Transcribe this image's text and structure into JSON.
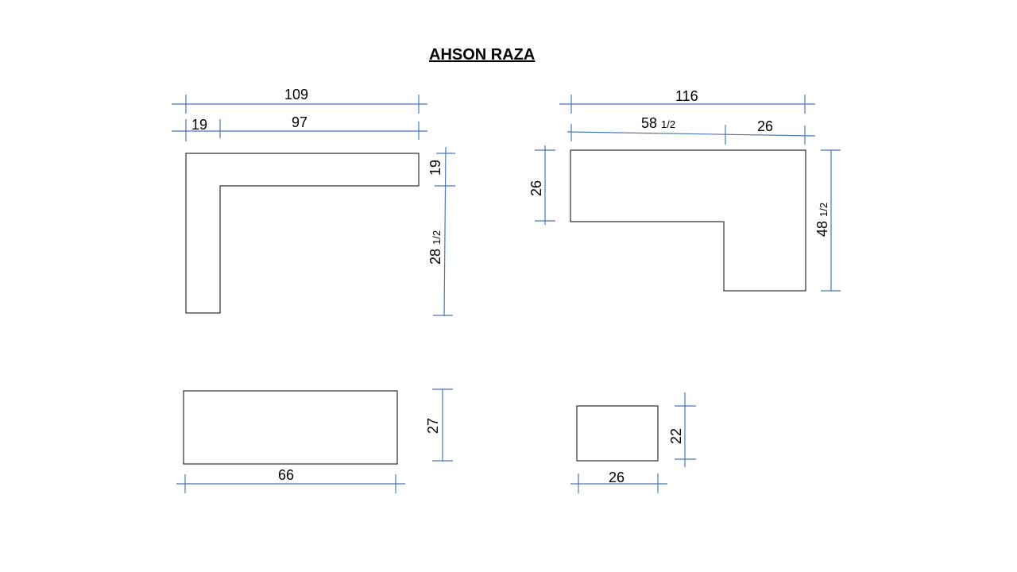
{
  "drawing": {
    "title": "AHSON RAZA",
    "colors": {
      "dimension_line": "#4a78b4",
      "outline": "#000000"
    },
    "pieces": [
      {
        "id": "piece-1",
        "dimensions": {
          "overall_width": "109",
          "left_leg_width": "19",
          "top_run_width": "97",
          "top_thickness": "19",
          "leg_height_whole": "28",
          "leg_height_fraction": "1/2"
        }
      },
      {
        "id": "piece-2",
        "dimensions": {
          "overall_width": "116",
          "left_run_whole": "58",
          "left_run_fraction": "1/2",
          "right_leg_width": "26",
          "left_height": "26",
          "overall_height_whole": "48",
          "overall_height_fraction": "1/2"
        }
      },
      {
        "id": "piece-3",
        "dimensions": {
          "width": "66",
          "height": "27"
        }
      },
      {
        "id": "piece-4",
        "dimensions": {
          "width": "26",
          "height": "22"
        }
      }
    ]
  }
}
